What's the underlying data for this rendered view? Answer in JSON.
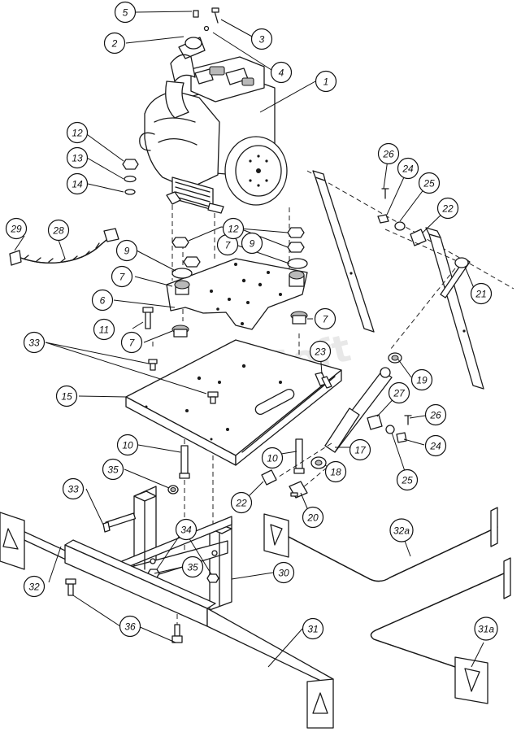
{
  "watermark": "AutoSoft",
  "callouts": [
    {
      "id": "c1",
      "label": "1"
    },
    {
      "id": "c2",
      "label": "2"
    },
    {
      "id": "c3",
      "label": "3"
    },
    {
      "id": "c4",
      "label": "4"
    },
    {
      "id": "c5",
      "label": "5"
    },
    {
      "id": "c6",
      "label": "6"
    },
    {
      "id": "c7a",
      "label": "7"
    },
    {
      "id": "c7b",
      "label": "7"
    },
    {
      "id": "c7c",
      "label": "7"
    },
    {
      "id": "c7d",
      "label": "7"
    },
    {
      "id": "c9a",
      "label": "9"
    },
    {
      "id": "c9b",
      "label": "9"
    },
    {
      "id": "c10a",
      "label": "10"
    },
    {
      "id": "c10b",
      "label": "10"
    },
    {
      "id": "c11",
      "label": "11"
    },
    {
      "id": "c12a",
      "label": "12"
    },
    {
      "id": "c12b",
      "label": "12"
    },
    {
      "id": "c13",
      "label": "13"
    },
    {
      "id": "c14",
      "label": "14"
    },
    {
      "id": "c15",
      "label": "15"
    },
    {
      "id": "c17",
      "label": "17"
    },
    {
      "id": "c18",
      "label": "18"
    },
    {
      "id": "c19",
      "label": "19"
    },
    {
      "id": "c20",
      "label": "20"
    },
    {
      "id": "c21",
      "label": "21"
    },
    {
      "id": "c22a",
      "label": "22"
    },
    {
      "id": "c22b",
      "label": "22"
    },
    {
      "id": "c23",
      "label": "23"
    },
    {
      "id": "c24a",
      "label": "24"
    },
    {
      "id": "c24b",
      "label": "24"
    },
    {
      "id": "c25a",
      "label": "25"
    },
    {
      "id": "c25b",
      "label": "25"
    },
    {
      "id": "c26a",
      "label": "26"
    },
    {
      "id": "c26b",
      "label": "26"
    },
    {
      "id": "c27",
      "label": "27"
    },
    {
      "id": "c28",
      "label": "28"
    },
    {
      "id": "c29",
      "label": "29"
    },
    {
      "id": "c30",
      "label": "30"
    },
    {
      "id": "c31",
      "label": "31"
    },
    {
      "id": "c31a",
      "label": "31a"
    },
    {
      "id": "c32",
      "label": "32"
    },
    {
      "id": "c32a",
      "label": "32a"
    },
    {
      "id": "c33a",
      "label": "33"
    },
    {
      "id": "c33b",
      "label": "33"
    },
    {
      "id": "c34",
      "label": "34"
    },
    {
      "id": "c35a",
      "label": "35"
    },
    {
      "id": "c35b",
      "label": "35"
    },
    {
      "id": "c36",
      "label": "36"
    }
  ]
}
